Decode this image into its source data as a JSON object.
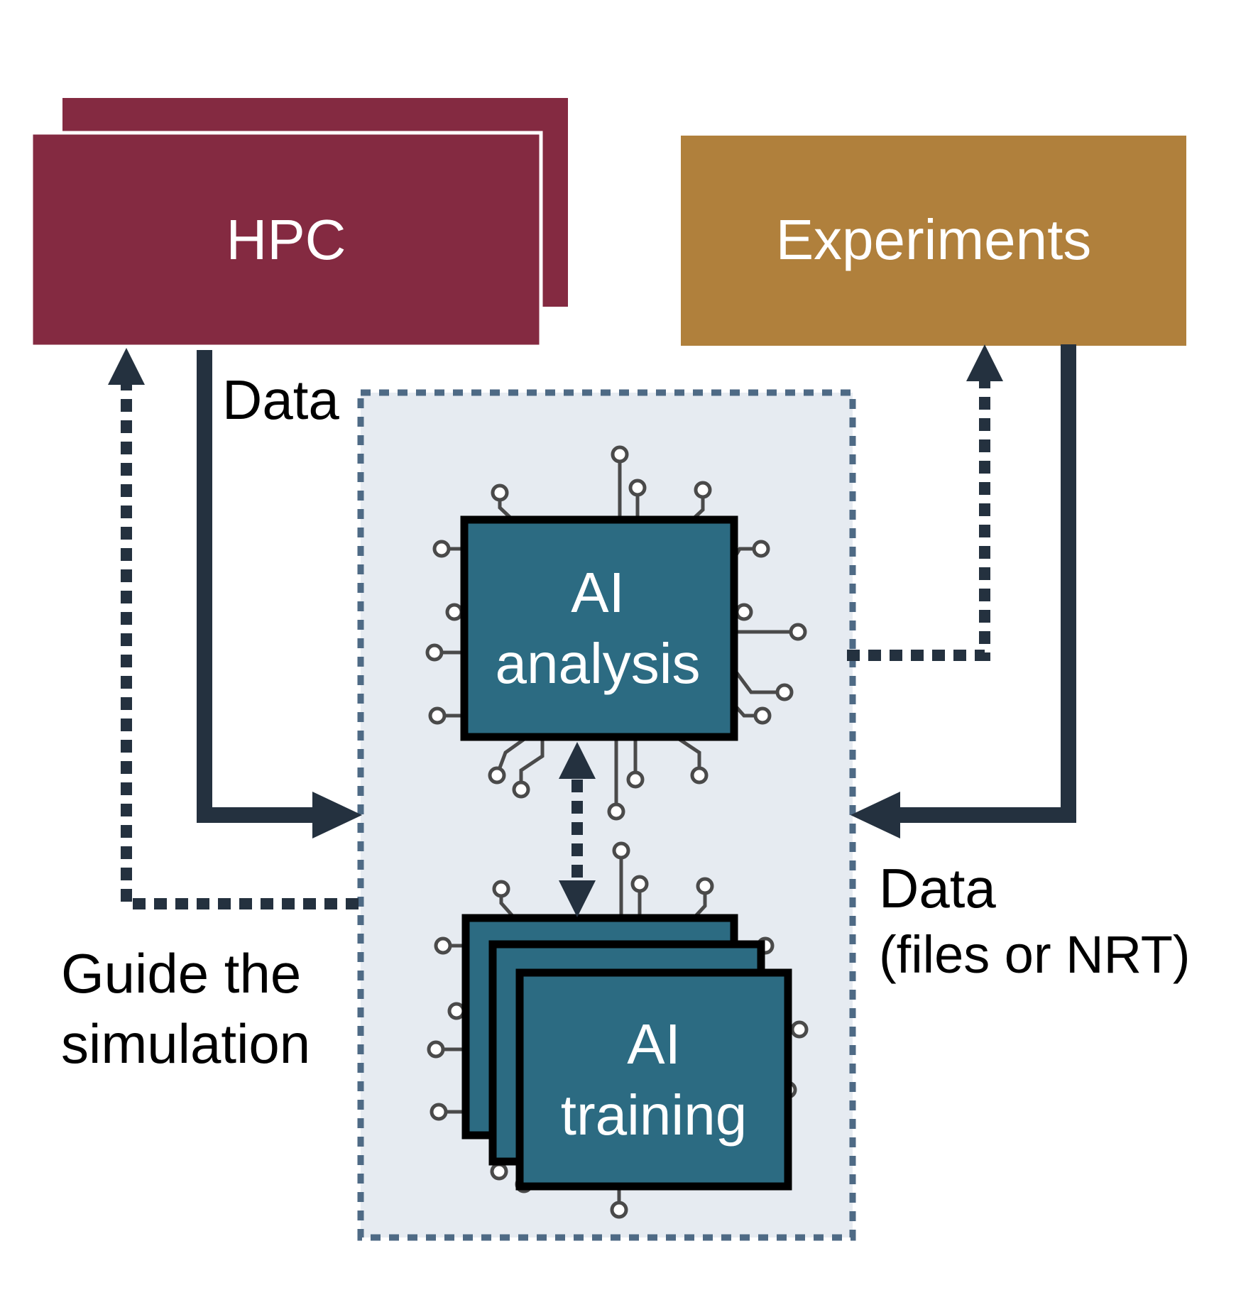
{
  "nodes": {
    "hpc": {
      "label": "HPC"
    },
    "experiments": {
      "label": "Experiments"
    },
    "ai_analysis": {
      "line1": "AI",
      "line2": "analysis"
    },
    "ai_training": {
      "line1": "AI",
      "line2": "training"
    }
  },
  "edges": {
    "hpc_data": {
      "label": "Data"
    },
    "exp_data": {
      "line1": "Data",
      "line2": "(files or NRT)"
    },
    "guide": {
      "line1": "Guide the",
      "line2": "simulation"
    }
  },
  "colors": {
    "hpc": "#842a41",
    "experiments": "#b0803c",
    "chip": "#2c6b82",
    "arrow": "#24313f",
    "container_fill": "#e6ebf1",
    "container_border": "#4e6a85",
    "pin": "#4a4a4a"
  }
}
